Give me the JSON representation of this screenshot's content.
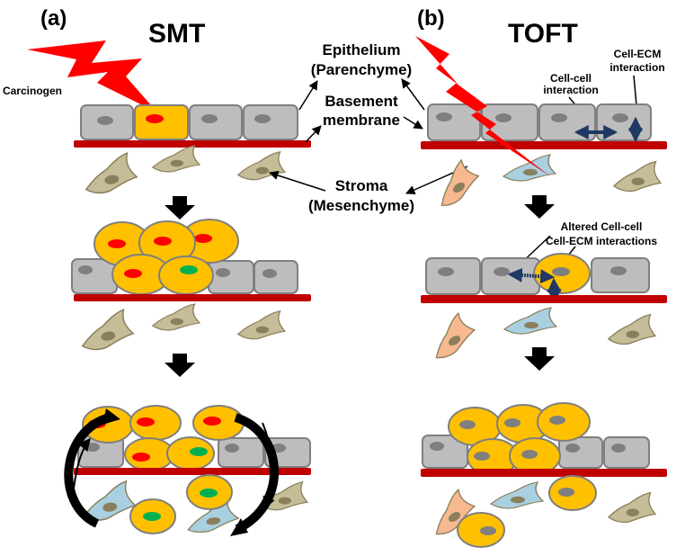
{
  "panels": {
    "a": {
      "letter": "(a)",
      "title": "SMT"
    },
    "b": {
      "letter": "(b)",
      "title": "TOFT"
    }
  },
  "labels": {
    "carcinogen": "Carcinogen",
    "epithelium_line1": "Epithelium",
    "epithelium_line2": "(Parenchyme)",
    "basement_line1": "Basement",
    "basement_line2": "membrane",
    "stroma_line1": "Stroma",
    "stroma_line2": "(Mesenchyme)",
    "cellcell_line1": "Cell-cell",
    "cellcell_line2": "interaction",
    "cellecm_line1": "Cell-ECM",
    "cellecm_line2": "interaction",
    "altered_line1": "Altered Cell-cell",
    "altered_line2": "Cell-ECM interactions"
  },
  "colors": {
    "normal_cell": "#bdbdbd",
    "cell_outline": "#7f7f7f",
    "nucleus": "#7f7f7f",
    "tumor_cell": "#ffc000",
    "tumor_outline": "#b8860b",
    "mutant_nucleus": "#ff0000",
    "green_nucleus": "#00b050",
    "basement_membrane": "#c00000",
    "fibroblast": "#c4bd97",
    "fibroblast_blue": "#a9d0e0",
    "fibroblast_peach": "#f7b98f",
    "carcinogen_bolt": "#ff0000",
    "interaction_arrow": "#1f3864"
  }
}
